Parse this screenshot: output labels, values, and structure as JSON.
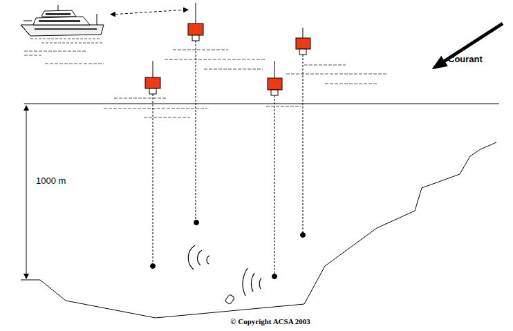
{
  "diagram": {
    "labels": [
      "Courant",
      "1000 m",
      "© Copyright ACSA 2003"
    ]
  }
}
